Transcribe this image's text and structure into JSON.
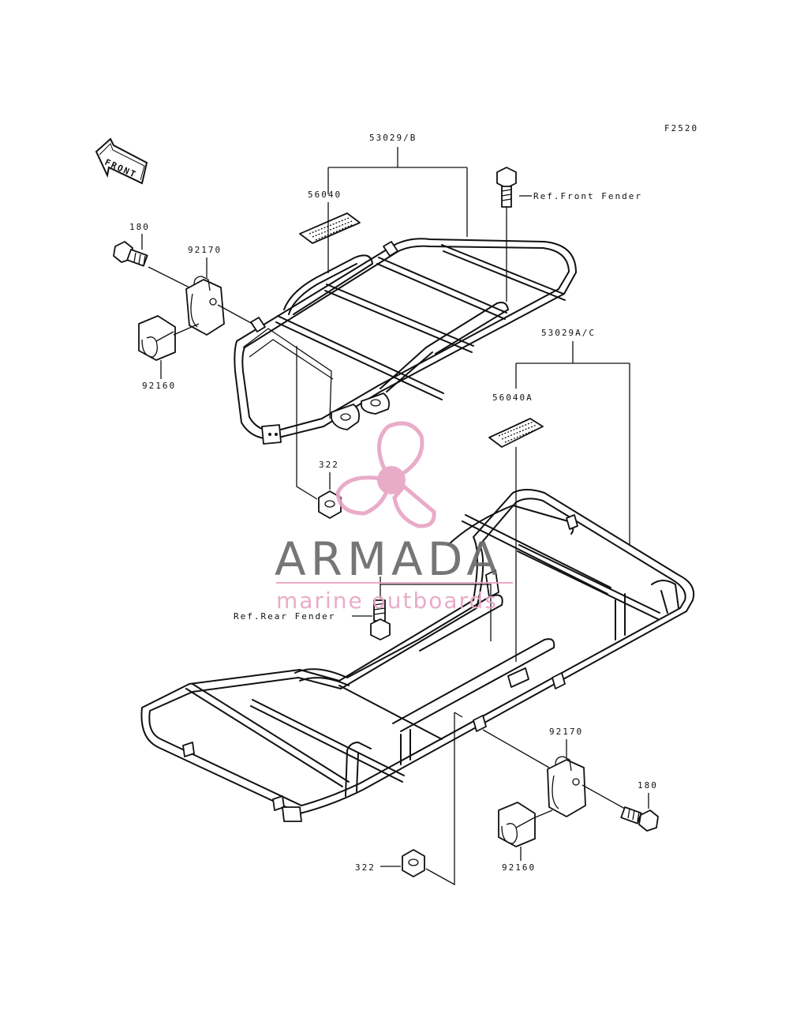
{
  "figure_code": "F2520",
  "direction_label": "FRONT",
  "labels": {
    "rack_front_assy": "53029/B",
    "rack_rear_assy": "53029A/C",
    "label_front": "56040",
    "label_rear": "56040A",
    "bolt_top_left": "180",
    "bolt_right": "180",
    "bracket_top": "92170",
    "bracket_bottom": "92170",
    "clamp_top": "92160",
    "clamp_bottom": "92160",
    "nut_top": "322",
    "nut_bottom": "322",
    "ref_front": "Ref.Front Fender",
    "ref_rear": "Ref.Rear Fender"
  },
  "watermark": {
    "title": "ARMADA",
    "subtitle": "marine outboards",
    "color_gray": "#6b6b6b",
    "color_pink": "#e8a6c4"
  }
}
